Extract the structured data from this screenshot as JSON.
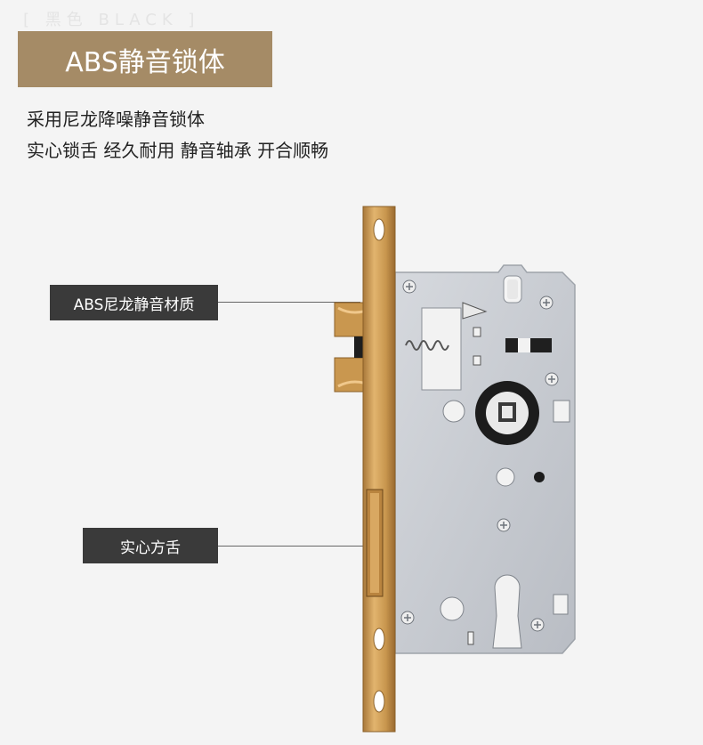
{
  "watermark": "[ 黑色 BLACK ]",
  "title": "ABS静音锁体",
  "description": {
    "line1": "采用尼龙降噪静音锁体",
    "line2": "实心锁舌 经久耐用 静音轴承 开合顺畅"
  },
  "callouts": {
    "nylon": "ABS尼龙静音材质",
    "solid_bolt": "实心方舌"
  },
  "colors": {
    "title_bg": "#a58b66",
    "callout_bg": "#3a3a3a",
    "faceplate": "#c9974f",
    "body": "#c9ccd2"
  }
}
